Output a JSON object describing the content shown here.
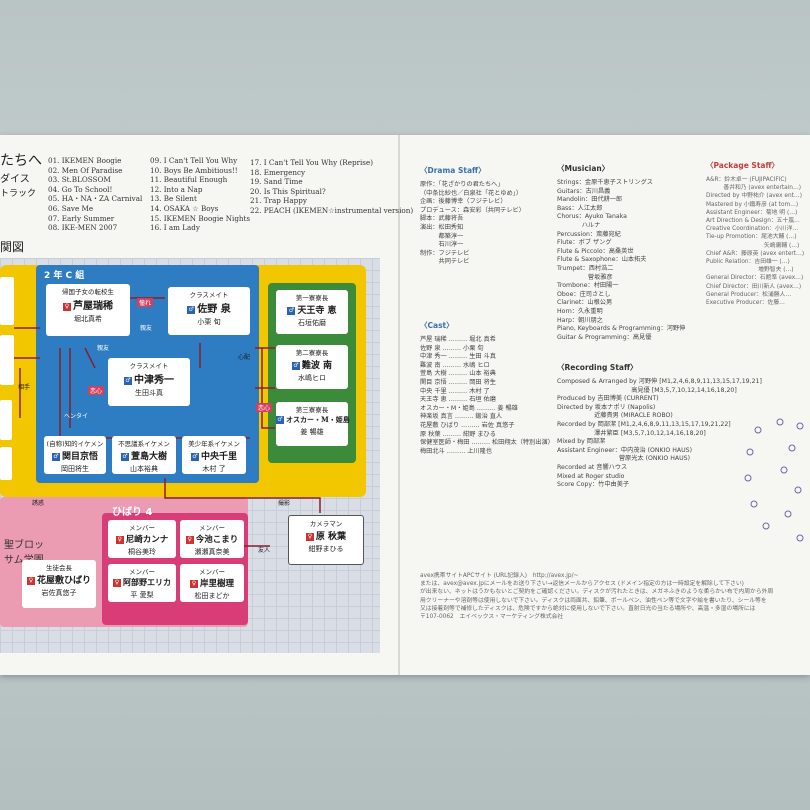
{
  "title": {
    "line1": "たちへ",
    "line2": "ダイス",
    "line3": "トラック"
  },
  "tracks": {
    "col1": [
      "01. IKEMEN Boogie",
      "02. Men Of Paradise",
      "03. St.BLOSSOM",
      "04. Go To School!",
      "05. HA・NA・ZA Carnival",
      "06. Save Me",
      "07. Early Summer",
      "08. IKE-MEN 2007"
    ],
    "col2": [
      "09. I Can't Tell You Why",
      "10. Boys Be Ambitious!!",
      "11. Beautiful Enough",
      "12. Into a Nap",
      "13. Be Silent",
      "14. OSAKA ☆ Boys",
      "15. IKEMEN Boogie Nights",
      "16. I am Lady"
    ],
    "col3": [
      "17. I Can't Tell You Why (Reprise)",
      "18. Emergency",
      "19. Sand Time",
      "20. Is This Spiritual?",
      "21. Trap Happy",
      "22. PEACH (IKEMEN☆instrumental version)"
    ]
  },
  "chart": {
    "section_label": "関図",
    "class_label": "2 年 C 組",
    "hibari": "ひばり 4",
    "seiblossom": "聖ブロッサム学園",
    "cards": {
      "mizuki": {
        "role": "帰国子女の転校生",
        "name": "芦屋瑞稀",
        "actor": "堀北真希"
      },
      "sano": {
        "role": "クラスメイト",
        "name": "佐野 泉",
        "actor": "小栗 旬"
      },
      "nakatsu": {
        "role": "クラスメイト",
        "name": "中津秀一",
        "actor": "生田斗真"
      },
      "sekime": {
        "role": "(自称)知的イケメン",
        "name": "関目京悟",
        "actor": "岡田将生"
      },
      "kayashima": {
        "role": "不思議系イケメン",
        "name": "萱島大樹",
        "actor": "山本裕典"
      },
      "nakao": {
        "role": "美少年系イケメン",
        "name": "中央千里",
        "actor": "木村 了"
      },
      "tennoji": {
        "role": "第一寮寮長",
        "name": "天王寺 恵",
        "actor": "石垣佑磨"
      },
      "nanba": {
        "role": "第二寮寮長",
        "name": "難波 南",
        "actor": "水嶋ヒロ"
      },
      "oscar": {
        "role": "第三寮寮長",
        "name": "オスカー・M・姫島",
        "actor": "姜 暢雄"
      },
      "hana": {
        "role": "生徒会長",
        "name": "花屋敷ひばり",
        "actor": "岩佐真悠子"
      },
      "amagasaki": {
        "role": "メンバー",
        "name": "尼崎カンナ",
        "actor": "桐谷美玲"
      },
      "imaike": {
        "role": "メンバー",
        "name": "今池こまり",
        "actor": "瀬瀬真奈美"
      },
      "abeno": {
        "role": "メンバー",
        "name": "阿部野エリカ",
        "actor": "平 愛梨"
      },
      "kishiri": {
        "role": "メンバー",
        "name": "岸里樹理",
        "actor": "松田まどか"
      },
      "hara": {
        "role": "カメラマン",
        "name": "原 秋葉",
        "actor": "紺野まひる"
      }
    },
    "links": {
      "love": "憧れ",
      "rival": "恋心",
      "friend": "親友",
      "pervert": "ヘンタイ",
      "shinyu": "親友",
      "koigokoro": "恋心",
      "care": "心配",
      "camera": "撮影",
      "yuuwaku": "誘惑",
      "tomodachi": "友人",
      "aibou": "相手"
    }
  },
  "drama_staff": {
    "heading": "〈Drama Staff〉",
    "rows": [
      "原作：「花ざかりの君たちへ」",
      "（中条比紗也／白泉社「花とゆめ」）",
      "企画：後藤博幸（フジテレビ）",
      "プロデュース：森安彩（共同テレビ）",
      "脚本：武藤将吾",
      "演出：松田秀知",
      "　　　都築淳一",
      "　　　石川淳一",
      "制作：フジテレビ",
      "　　　共同テレビ"
    ]
  },
  "cast": {
    "heading": "〈Cast〉",
    "rows": [
      "芦屋 瑞稀 ……… 堀北 真希",
      "佐野 泉 ……… 小栗 旬",
      "中津 秀一 ……… 生田 斗真",
      "難波 南 ……… 水嶋 ヒロ",
      "萱島 大樹 ……… 山本 裕典",
      "関目 京悟 ……… 岡田 将生",
      "中央 千里 ……… 木村 了",
      "天王寺 恵 ……… 石垣 佑磨",
      "オスカー・M・姫島 ……… 姜 暢雄",
      "神楽坂 真言 ……… 鍛治 直人",
      "花屋敷 ひばり ……… 岩佐 真悠子",
      "原 秋葉 ……… 紺野 まひる",
      "保健室医師・梅田 ……… 松田翔太（特別出演）",
      "梅田北斗 ……… 上川隆也"
    ]
  },
  "musician": {
    "heading": "〈Musician〉",
    "rows": [
      "Strings：金原千恵子ストリングス",
      "Guitars：古川昌義",
      "Mandolin：田代耕一郎",
      "Bass：人江太郎",
      "Chorus：Ayuko Tanaka",
      "　　　　ハルナ",
      "Percussion：斎藤宛紀",
      "Flute：ボブ ザング",
      "Flute & Piccolo：高桑英世",
      "Flute & Saxophone：山本拓夫",
      "Trumpet：西村浩二",
      "　　　　　菅坂雅彦",
      "Trombone：村田陽一",
      "Oboe：庄司さとし",
      "Clarinet：山根公男",
      "Horn：久永重明",
      "Harp：朝川朋之",
      "Piano, Keyboards & Programming：河野伸",
      "Guitar & Programming：高見優"
    ]
  },
  "recording": {
    "heading": "〈Recording Staff〉",
    "rows": [
      "Composed & Arranged by 河野伸 [M1,2,4,6,8,9,11,13,15,17,19,21]",
      "　　　　　　　　　　　　高見優 [M3,5,7,10,12,14,16,18,20]",
      "Produced by 吉田博美 (CURRENT)",
      "Directed by 坂本ナポリ (Napolis)",
      "　　　　　　近藤貴男 (MIRACLE ROBO)",
      "Recorded by 岡部潔 [M1,2,4,6,8,9,11,13,15,17,19,21,22]",
      "　　　　　　澤井繁臣 [M3,5,7,10,12,14,16,18,20]",
      "Mixed by 岡部潔",
      "Assistant Engineer：中内茂治 (ONKIO HAUS)",
      "　　　　　　　　　　菅原光太 (ONKIO HAUS)",
      "Recorded at 音響ハウス",
      "Mixed at Roger studio",
      "Score Copy：竹中由美子"
    ]
  },
  "package": {
    "heading": "〈Package Staff〉",
    "rows": [
      "A&R：鈴木卓一 (FUJIPACIFIC)",
      "　　　善井和乃 (avex entertain…)",
      "Directed by 中野祐介 (avex ent…)",
      "Mastered by 小鐵寿彦 (at tom…)",
      "Assistant Engineer：菊地 明 (…)",
      "Art Direction & Design：五十嵐…",
      "Creative Coordination：小川洋…",
      "Tie-up Promotion：尾池大輔 (…)",
      "　　　　　　　　　　矢嶋庸輔 (…)",
      "Chief A&R：藤原英 (avex entert…)",
      "Public Relation：吉田雄一 (…)",
      "　　　　　　　　　増野智夫 (…)",
      "General Director：石館準 (avex…)",
      "Chief Director：田川新人 (avex…)",
      "General Producer：松浦勝人…",
      "Executive Producer：佐藤…"
    ]
  },
  "footer": {
    "rows": [
      "avex携帯サイトAPCサイト (URL記録入)　http://avex.jp/~",
      "または、avex@avex.jpにメールをお送り下さい→返信メールからアクセス (ドメイン指定の方は一時設定を解除して下さい)",
      "が出来ない、ネットはうかもないとご契約をご確認ください。ディスクが汚れたときは、メガネふきのような柔らかい布で内周から外周",
      "用クリーナーや溶剤等は使用しないで下さい。ディスクは両面共、鉛筆、ボールペン、油性ペン等で文字や絵を書いたり、シール等を",
      "又は接着剤等で補修したディスクは、危険ですから絶対に使用しないで下さい。直射日光の当たる場所や、高温・多湿の場所には",
      "〒107-0062　エイベックス・マーケティング株式会社"
    ]
  }
}
